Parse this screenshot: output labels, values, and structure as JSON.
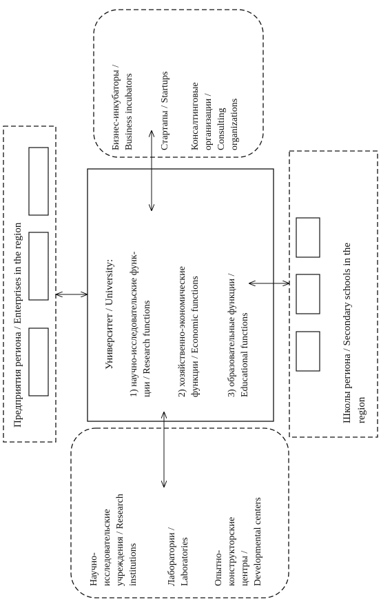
{
  "university": {
    "title": "Университет / University:",
    "functions": [
      [
        "1) научно-исследовательские функ-",
        "ции / Research functions"
      ],
      [
        "2) хозяйственно-экономические",
        "функции / Economic functions"
      ],
      [
        "3) образовательные функции /",
        "Educational functions"
      ]
    ]
  },
  "enterprises": {
    "label": "Предприятия региона / Enterprises in the region"
  },
  "schools": {
    "label": [
      "Школы региона / Secondary schools in the",
      "region"
    ]
  },
  "business": {
    "items": [
      [
        "Бизнес-инкубаторы /",
        "Business incubators"
      ],
      [
        "Стартапы / Startups"
      ],
      [
        "Консалтинговые",
        "организации /",
        "Consulting",
        "organizations"
      ]
    ]
  },
  "research": {
    "items": [
      [
        "Научно-",
        "исследовательские",
        "учреждения / Research",
        "institutions"
      ],
      [
        "Лаборатории /",
        "Laboratories"
      ],
      [
        "Опытно-",
        "конструкторские",
        "центры /",
        "Developmental centers"
      ]
    ]
  }
}
